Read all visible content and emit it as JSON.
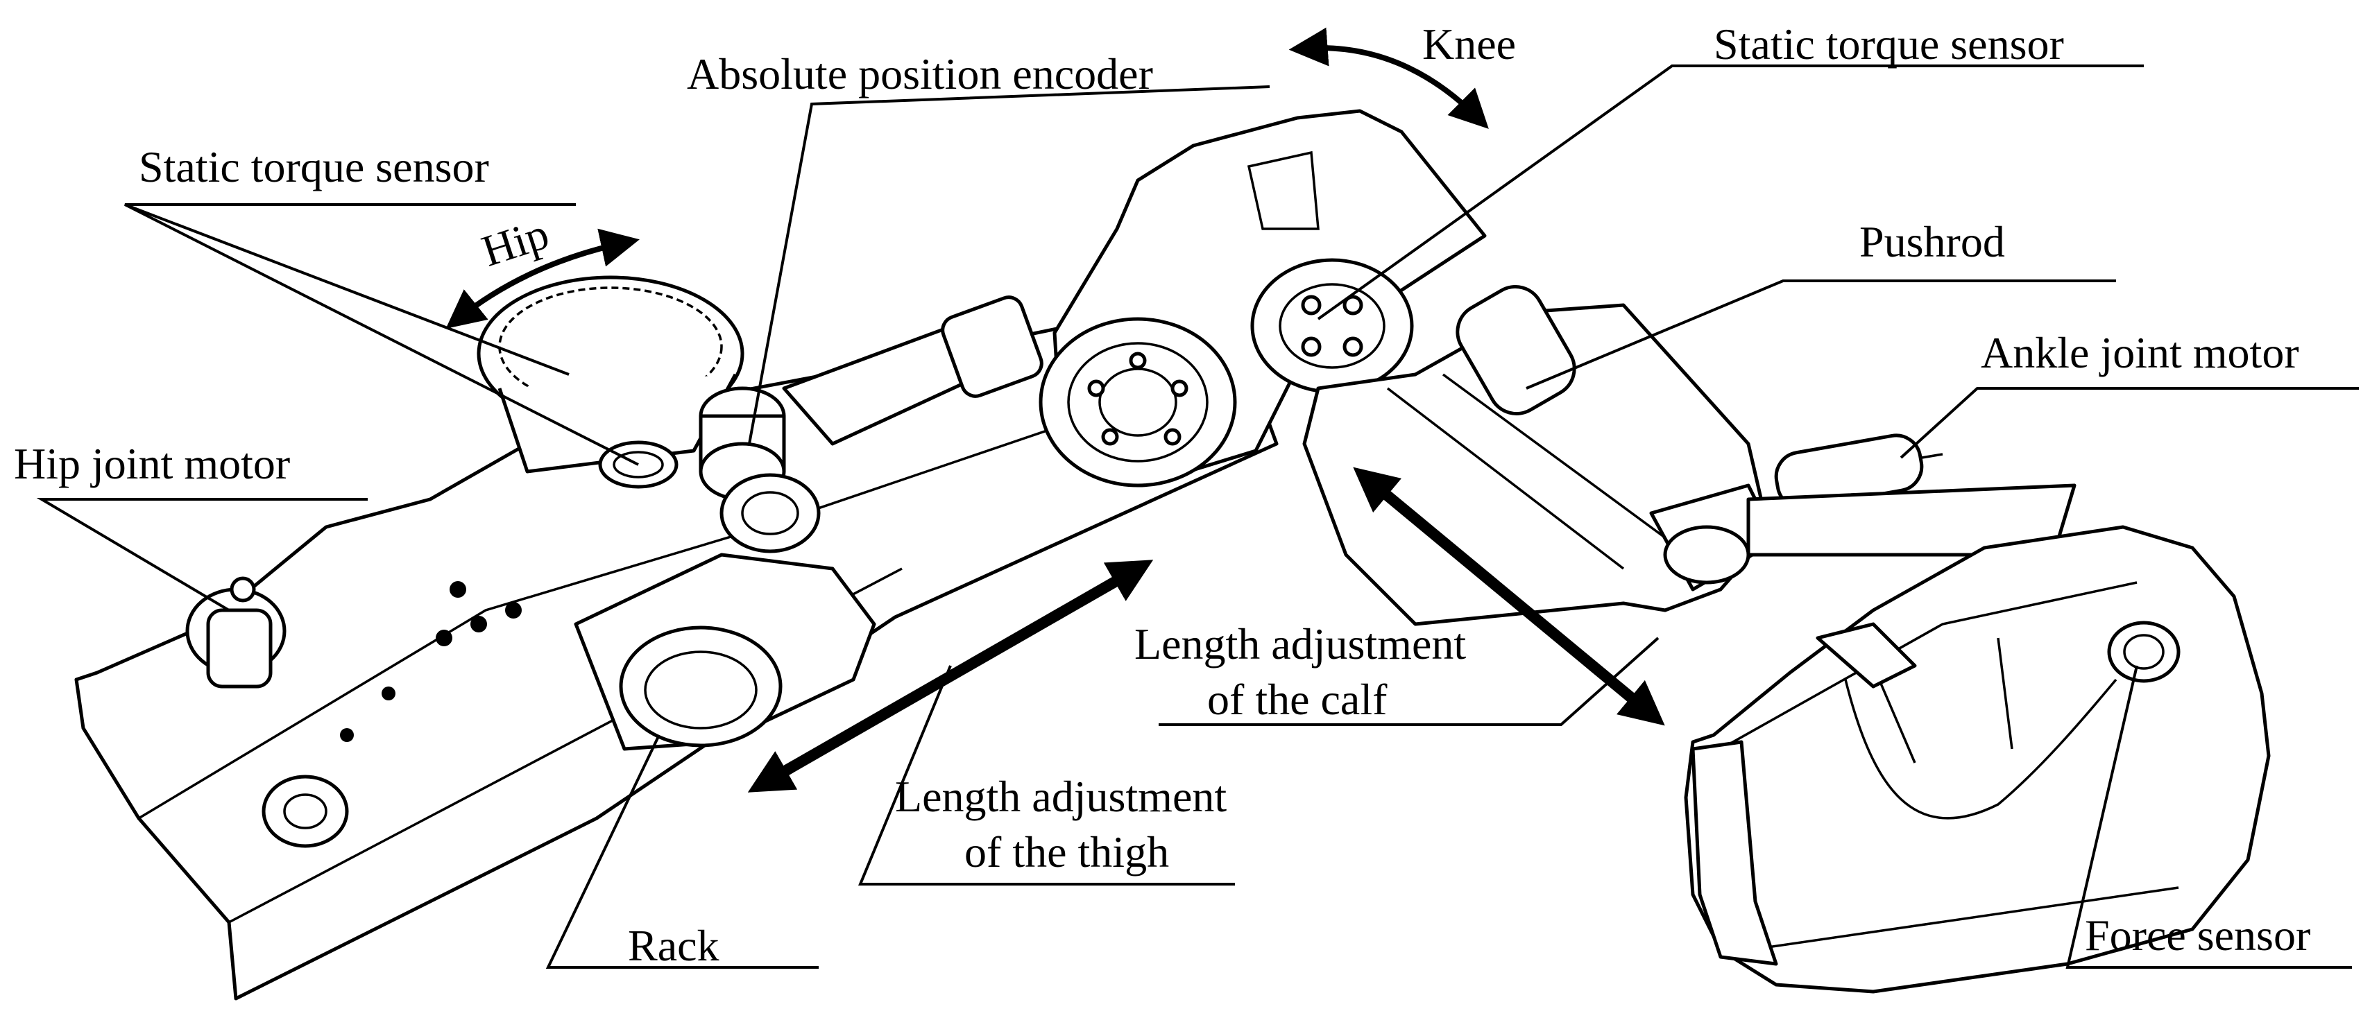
{
  "labels": {
    "absolute_position_encoder": "Absolute position encoder",
    "knee": "Knee",
    "static_torque_sensor_knee": "Static torque sensor",
    "static_torque_sensor_hip": "Static torque sensor",
    "hip": "Hip",
    "pushrod": "Pushrod",
    "ankle_joint_motor": "Ankle joint motor",
    "hip_joint_motor": "Hip joint motor",
    "length_adjustment_calf_line1": "Length adjustment",
    "length_adjustment_calf_line2": "of the calf",
    "length_adjustment_thigh_line1": "Length adjustment",
    "length_adjustment_thigh_line2": "of the thigh",
    "rack": "Rack",
    "force_sensor": "Force sensor"
  }
}
